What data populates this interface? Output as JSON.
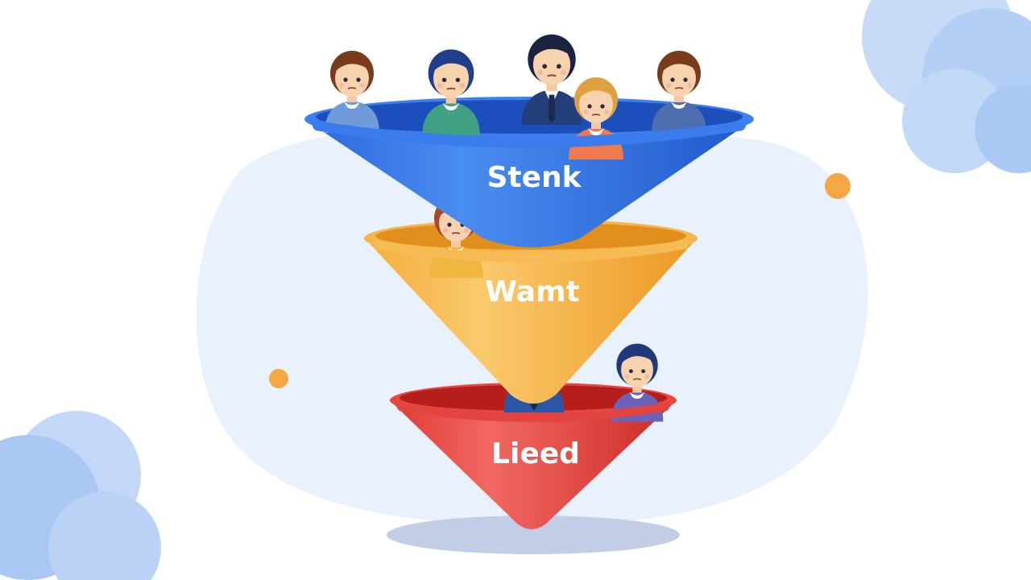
{
  "funnel": {
    "stages": [
      {
        "label": "Stenk",
        "color_top": "#1f5fd8",
        "color_light": "#4a8df0",
        "color_dark": "#2462d6",
        "rim": "#3c7ff0"
      },
      {
        "label": "Wamt",
        "color_top": "#f0a630",
        "color_light": "#f9c465",
        "color_dark": "#eb9a24",
        "rim": "#f5b74d"
      },
      {
        "label": "Lieed",
        "color_top": "#c0221e",
        "color_light": "#f0625c",
        "color_dark": "#d22b25",
        "rim": "#e74842"
      }
    ]
  },
  "people": [
    {
      "name": "woman-short-brown-hair",
      "hair": "#7a3b1d",
      "shirt": "#6f9bd8"
    },
    {
      "name": "woman-dark-blue-hair",
      "hair": "#1f3f8a",
      "shirt": "#3fa084"
    },
    {
      "name": "man-in-suit-top",
      "hair": "#1c2340",
      "shirt": "#233f7a"
    },
    {
      "name": "woman-blonde-hair",
      "hair": "#e0a040",
      "shirt": "#f07a50"
    },
    {
      "name": "woman-hair-bun",
      "hair": "#7a3b1d",
      "shirt": "#4d6fb0"
    },
    {
      "name": "woman-auburn-hair",
      "hair": "#a8472a",
      "shirt": "#f0b740"
    },
    {
      "name": "man-in-suit-bottom",
      "hair": "#5a2e1c",
      "shirt": "#2b55a5"
    },
    {
      "name": "girl-dark-hair",
      "hair": "#1f3a7a",
      "shirt": "#6c63b8"
    }
  ],
  "decor": {
    "dot_color": "#f4a742",
    "blob_color": "#b9d4f7",
    "backdrop_color": "#e9f1fc"
  }
}
